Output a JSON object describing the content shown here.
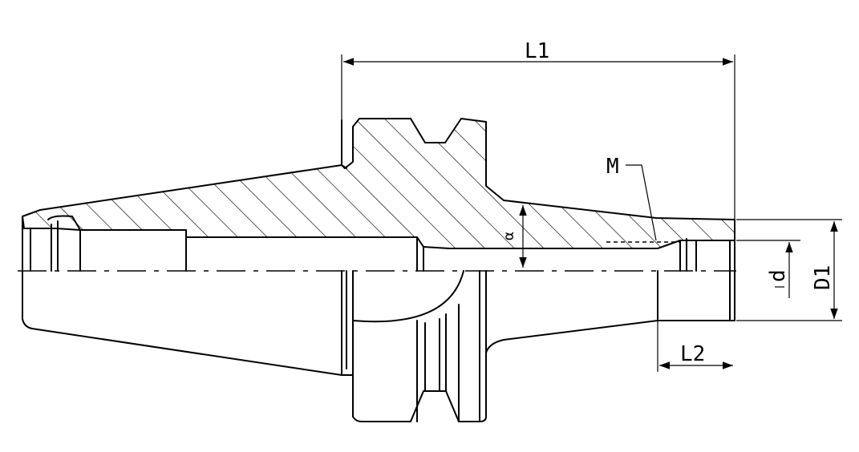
{
  "labels": {
    "L1": "L1",
    "L2": "L2",
    "D1": "D1",
    "d": "d",
    "M": "M",
    "alpha": "α"
  },
  "colors": {
    "line": "#000000",
    "background": "#ffffff"
  }
}
